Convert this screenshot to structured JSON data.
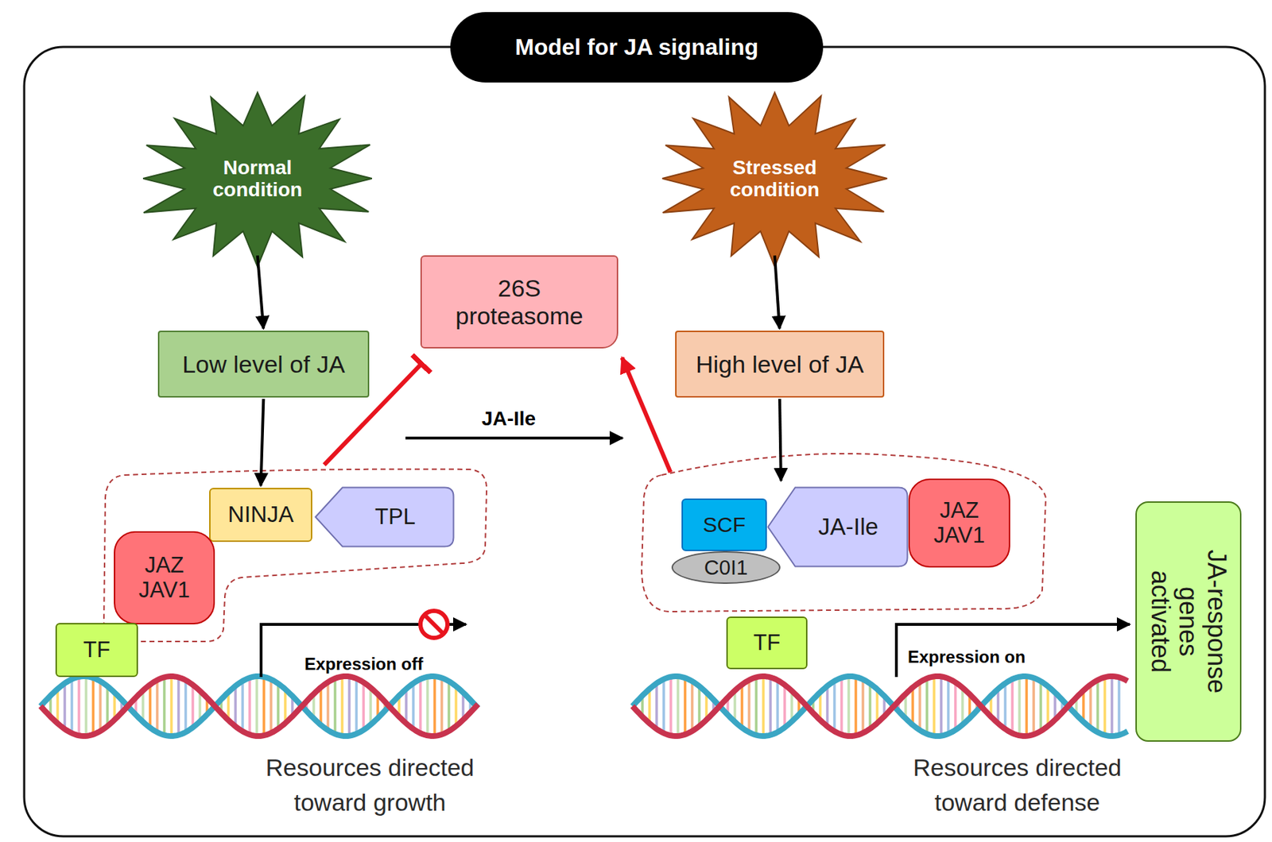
{
  "diagram": {
    "title": "Model for JA signaling",
    "nodes": [
      {
        "text": [
          "Normal condition"
        ]
      },
      {
        "text": [
          "Stressed condition"
        ]
      },
      {
        "text": [
          "26S proteasome"
        ]
      },
      {
        "text": [
          "Low level of JA"
        ]
      },
      {
        "text": [
          "High level of JA"
        ]
      },
      {
        "text": [
          "NINJA"
        ]
      },
      {
        "text": [
          "TPL"
        ]
      },
      {
        "text": [
          "SCF"
        ]
      },
      {
        "text": [
          "JA-Ile"
        ]
      },
      {
        "text": [
          "JAZ JAV1"
        ]
      },
      {
        "text": [
          "JAZ JAV1"
        ]
      },
      {
        "text": [
          "C0I1"
        ]
      },
      {
        "text": [
          "TF"
        ]
      },
      {
        "text": [
          "TF"
        ]
      },
      {
        "text": [
          "JA-response genes activated"
        ]
      }
    ],
    "edges": [
      {
        "from": 0,
        "to": 3,
        "arrow": "to"
      },
      {
        "from": 1,
        "to": 4,
        "arrow": "to"
      },
      {
        "from": 3,
        "to": 5,
        "arrow": "to"
      },
      {
        "from": 4,
        "to": 8,
        "arrow": "to"
      },
      {
        "from": 5,
        "to": 2,
        "arrow": "to"
      },
      {
        "from": 7,
        "to": 2,
        "arrow": "to"
      }
    ],
    "labels": [
      "JA-Ile",
      "Expression off",
      "Expression on",
      "Resources directed toward growth",
      "Resources directed toward defense"
    ]
  }
}
